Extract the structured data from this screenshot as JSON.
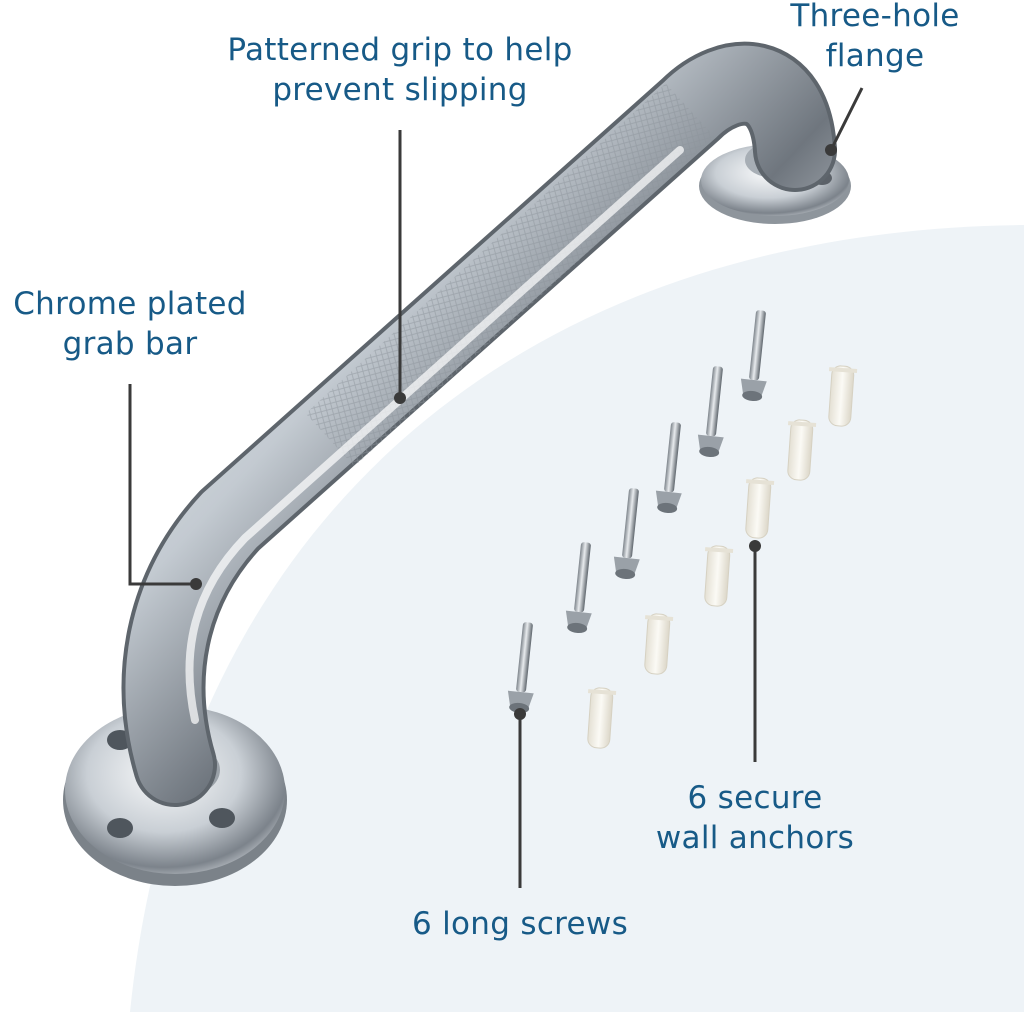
{
  "callouts": {
    "grip": {
      "line1": "Patterned grip to help",
      "line2": "prevent slipping"
    },
    "flange": {
      "line1": "Three-hole",
      "line2": "flange"
    },
    "chrome": {
      "line1": "Chrome plated",
      "line2": "grab bar"
    },
    "anchors": {
      "line1": "6 secure",
      "line2": "wall anchors"
    },
    "screws": {
      "line1": "6 long screws"
    }
  },
  "colors": {
    "label_text": "#175a87",
    "leader_line": "#3a3a3a",
    "backdrop": "#eef3f7",
    "chrome_light": "#f4f6f8",
    "chrome_mid": "#b9c0c7",
    "chrome_dark": "#5d646c",
    "anchor_plastic": "#f3f0e6"
  },
  "hardware": {
    "screw_count": 6,
    "anchor_count": 6
  }
}
